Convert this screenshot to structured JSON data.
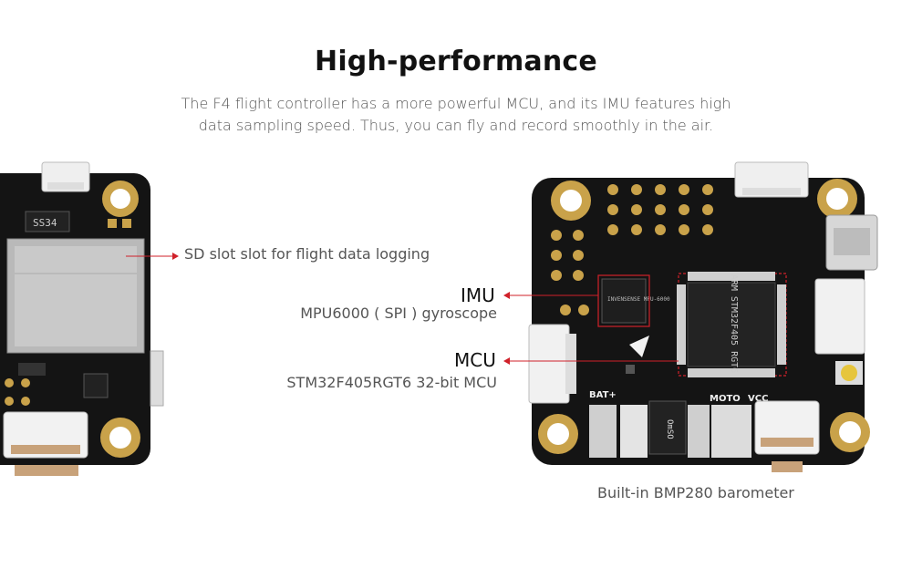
{
  "heading": "High-performance",
  "description_line1": "The F4 flight controller has a more powerful MCU, and its IMU features high",
  "description_line2": "data sampling speed. Thus, you can fly and record smoothly in the air.",
  "callouts": {
    "sd_slot": "SD slot slot for flight data logging",
    "imu_title": "IMU",
    "imu_desc": "MPU6000 ( SPI ) gyroscope",
    "mcu_title": "MCU",
    "mcu_desc": "STM32F405RGT6 32-bit MCU",
    "barometer": "Built-in BMP280 barometer"
  },
  "board_markings": {
    "left_chip": "SS34",
    "imu_chip": "INVENSENSE MPU-6000",
    "mcu_chip": "ARM STM32F405 RGT6",
    "silk_bat": "BAT+",
    "silk_moto": "MOTO",
    "silk_vcc": "VCC",
    "silk_omso": "OmSO"
  },
  "colors": {
    "accent_line": "#d0212a",
    "board": "#141414",
    "gold": "#c9a24a"
  }
}
